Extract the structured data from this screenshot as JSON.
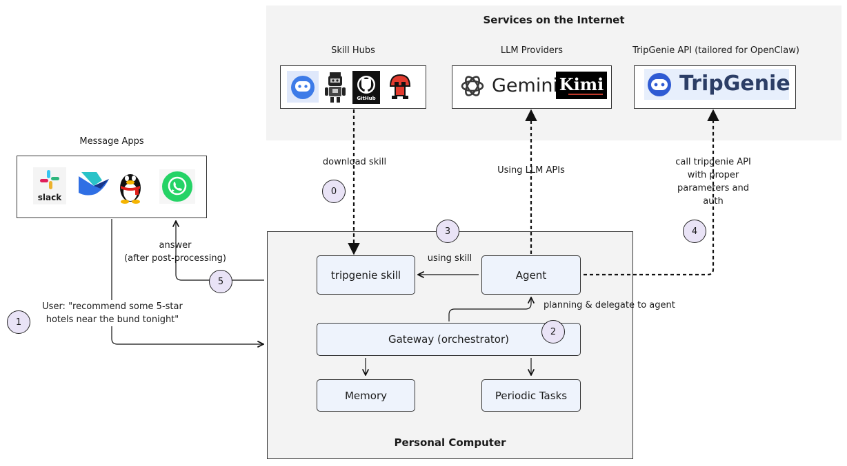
{
  "internet": {
    "title": "Services on the Internet"
  },
  "skill_hubs": {
    "label": "Skill Hubs",
    "icons": [
      "openclaw-mascot-icon",
      "robot-icon",
      "github-icon",
      "red-mushroom-icon"
    ],
    "github_text": "GitHub"
  },
  "llm_providers": {
    "label": "LLM Providers",
    "icons": [
      "openai-icon"
    ],
    "gemini_text": "Gemini",
    "kimi_text": "Kimi"
  },
  "tripgenie_api": {
    "label": "TripGenie API (tailored for OpenClaw)",
    "logo_text": "TripGenie"
  },
  "message_apps": {
    "label": "Message Apps",
    "slack_text": "slack",
    "icons": [
      "slack-icon",
      "lark-icon",
      "qq-penguin-icon",
      "whatsapp-icon"
    ]
  },
  "pc": {
    "title": "Personal Computer",
    "nodes": {
      "skill": "tripgenie skill",
      "agent": "Agent",
      "gateway": "Gateway (orchestrator)",
      "memory": "Memory",
      "periodic": "Periodic Tasks"
    }
  },
  "edges": {
    "download_skill": "download skill",
    "using_llm": "Using LLM APIs",
    "call_api_lines": [
      "call tripgenie API",
      "with proper",
      "parameters and",
      "auth"
    ],
    "answer_lines": [
      "answer",
      "(after post-processing)"
    ],
    "user_lines": [
      "User: \"recommend some 5-star",
      "hotels near the bund tonight\""
    ],
    "using_skill": "using skill",
    "planning": "planning & delegate to agent"
  },
  "steps": [
    "0",
    "1",
    "2",
    "3",
    "4",
    "5"
  ],
  "colors": {
    "node_fill": "#eef3fc",
    "badge_fill": "#e9e3f6",
    "panel_fill": "#f3f3f3",
    "tripgenie_blue": "#2f5bd3"
  }
}
